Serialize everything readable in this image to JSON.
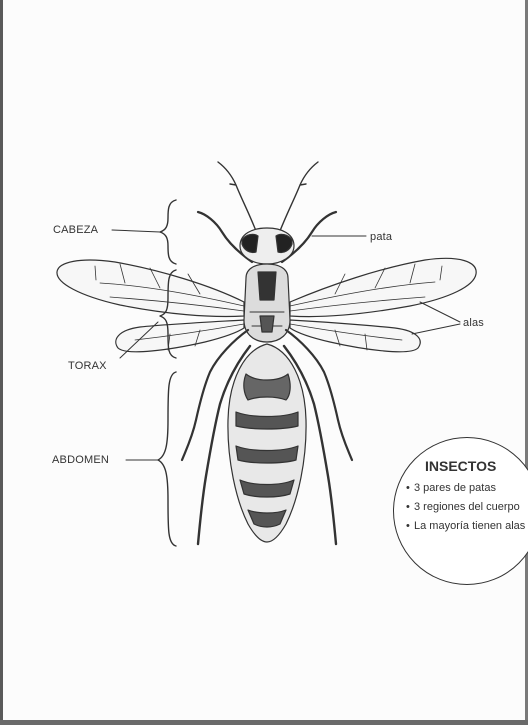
{
  "diagram": {
    "labels": {
      "cabeza": "CABEZA",
      "torax": "TORAX",
      "abdomen": "ABDOMEN",
      "pata": "pata",
      "alas": "alas"
    }
  },
  "info": {
    "title": "INSECTOS",
    "items": [
      "3 pares de patas",
      "3 regiones del cuerpo",
      "La mayoría tienen alas"
    ]
  },
  "colors": {
    "ink": "#333333",
    "paper": "#fcfcfc",
    "shading": "#8a8a8a"
  }
}
